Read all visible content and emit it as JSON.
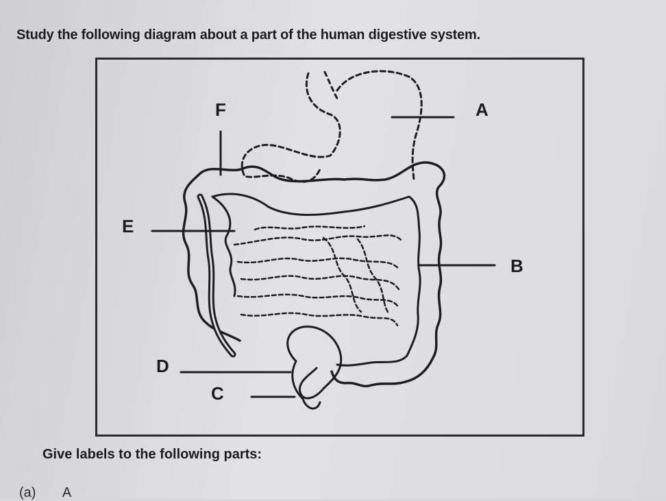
{
  "question": {
    "stem": "Study the following diagram about a part of the human digestive system."
  },
  "diagram": {
    "labels": {
      "A": "A",
      "B": "B",
      "C": "C",
      "D": "D",
      "E": "E",
      "F": "F"
    }
  },
  "instruction": "Give labels to the following parts:",
  "answers": [
    {
      "number": "(a)",
      "letter": "A"
    }
  ]
}
